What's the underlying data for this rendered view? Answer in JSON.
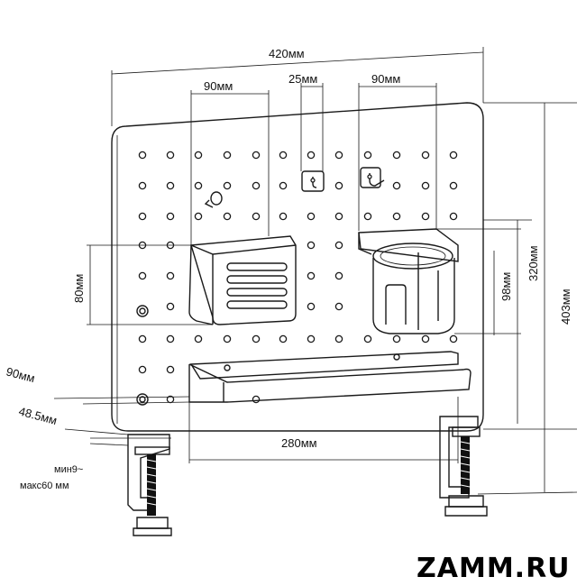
{
  "brand": "ZAMM.RU",
  "dimensions": {
    "panel_width": "420мм",
    "holder_left_width": "90мм",
    "hook_width": "25мм",
    "holder_right_width": "90мм",
    "box_height": "80мм",
    "cup_height": "98мм",
    "mount_height": "320мм",
    "total_height": "403мм",
    "depth": "90мм",
    "clamp_offset": "48.5мм",
    "shelf_width": "280мм",
    "clamp_min": "мин9~",
    "clamp_max": "макс60 мм"
  }
}
